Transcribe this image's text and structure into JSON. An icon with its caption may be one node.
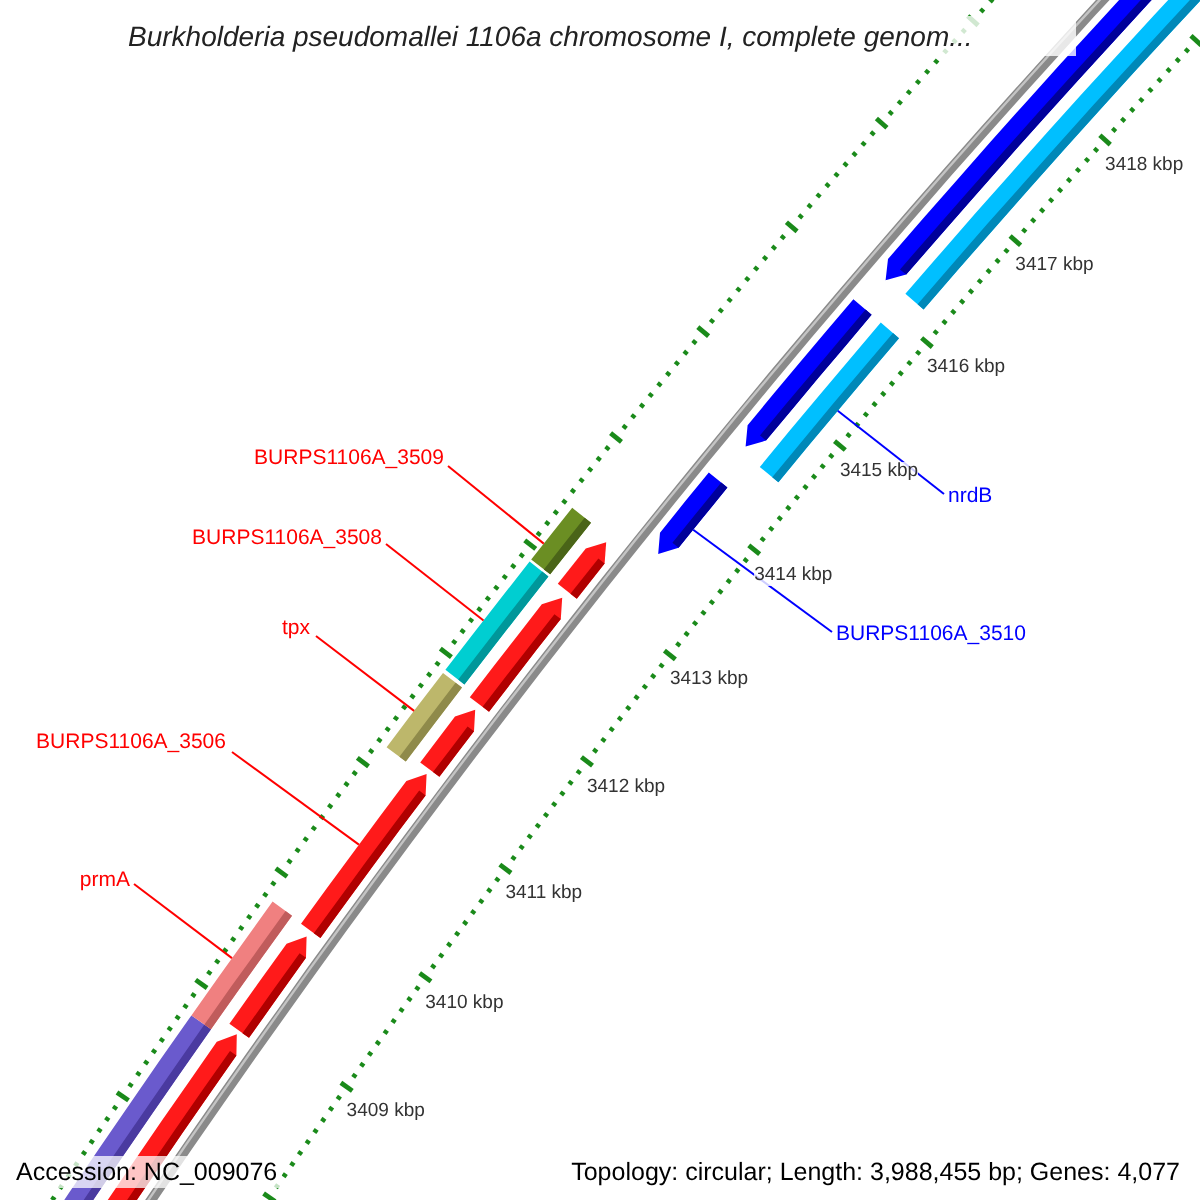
{
  "diagram": {
    "title": "Burkholderia pseudomallei 1106a chromosome I, complete genom...",
    "nodes": [
      {
        "text": [
          "BURPS1106A_3509"
        ]
      },
      {
        "text": [
          "BURPS1106A_3508"
        ]
      },
      {
        "text": [
          "tpx"
        ]
      },
      {
        "text": [
          "BURPS1106A_3506"
        ]
      },
      {
        "text": [
          "prmA"
        ]
      },
      {
        "text": [
          "nrdB"
        ]
      },
      {
        "text": [
          "BURPS1106A_3510"
        ]
      },
      {
        "text": [],
        "shape": "bar"
      },
      {
        "text": [],
        "shape": "arrow"
      },
      {
        "text": [],
        "shape": "bar"
      },
      {
        "text": [],
        "shape": "bar"
      },
      {
        "text": [],
        "shape": "bar"
      },
      {
        "text": [],
        "shape": "arrow"
      },
      {
        "text": [],
        "shape": "bar"
      }
    ],
    "edges": [
      {
        "from": 0,
        "to": 11,
        "arrow": "none"
      },
      {
        "from": 1,
        "to": 10,
        "arrow": "none"
      },
      {
        "from": 2,
        "to": 9,
        "arrow": "none"
      },
      {
        "from": 3,
        "to": 8,
        "arrow": "none"
      },
      {
        "from": 4,
        "to": 7,
        "arrow": "none"
      },
      {
        "from": 5,
        "to": 13,
        "arrow": "none",
        "color": "#0000ff"
      },
      {
        "from": 6,
        "to": 12,
        "arrow": "none",
        "color": "#0000ff"
      }
    ],
    "labels": [
      "3418 kbp",
      "3417 kbp",
      "3416 kbp",
      "3415 kbp",
      "3414 kbp",
      "3413 kbp",
      "3412 kbp",
      "3411 kbp",
      "3410 kbp",
      "3409 kbp",
      "Accession: NC_009076",
      "Topology: circular; Length: 3,988,455 bp; Genes: 4,077"
    ]
  }
}
